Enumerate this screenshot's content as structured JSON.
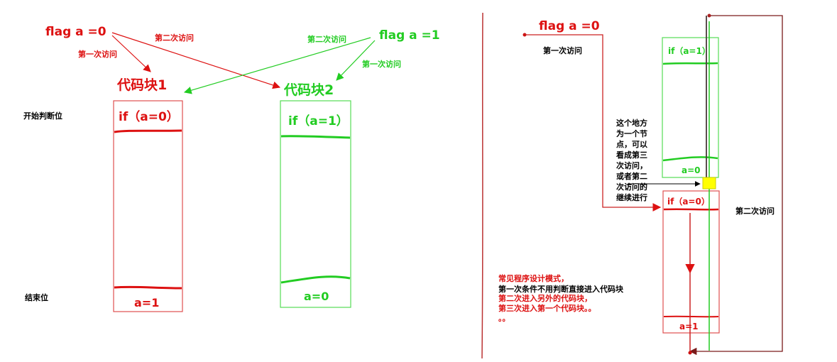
{
  "colors": {
    "red": "#dd1111",
    "green": "#22cc22",
    "darkred": "#7a1a1a",
    "box_red": "#e05050",
    "box_green": "#55dd55",
    "black": "#000000",
    "yellow": "#ffff00"
  },
  "left": {
    "flag0": "flag a =0",
    "flag1": "flag a =1",
    "first_visit_red": "第一次访问",
    "second_visit_red": "第二次访问",
    "second_visit_green": "第二次访问",
    "first_visit_green": "第一次访问",
    "block1_title": "代码块1",
    "block2_title": "代码块2",
    "start_label": "开始判断位",
    "end_label": "结束位",
    "block1_cond": "if（a=0）",
    "block1_end": "a=1",
    "block2_cond": "if（a=1）",
    "block2_end": "a=0"
  },
  "right": {
    "flag0": "flag a =0",
    "first_visit": "第一次访问",
    "second_visit": "第二次访问",
    "block_green_cond": "if（a=1）",
    "block_green_end": "a=0",
    "block_red_cond": "if（a=0）",
    "block_red_end": "a=1",
    "node_note": [
      "这个地方",
      "为一个节",
      "点，可以",
      "看成第三",
      "次访问，",
      "或者第二",
      "次访问的",
      "继续进行"
    ],
    "pattern_note": [
      "常见程序设计模式，",
      "第一次条件不用判断直接进入代码块",
      "第二次进入另外的代码块，",
      "第三次进入第一个代码块。。",
      "。。"
    ]
  }
}
